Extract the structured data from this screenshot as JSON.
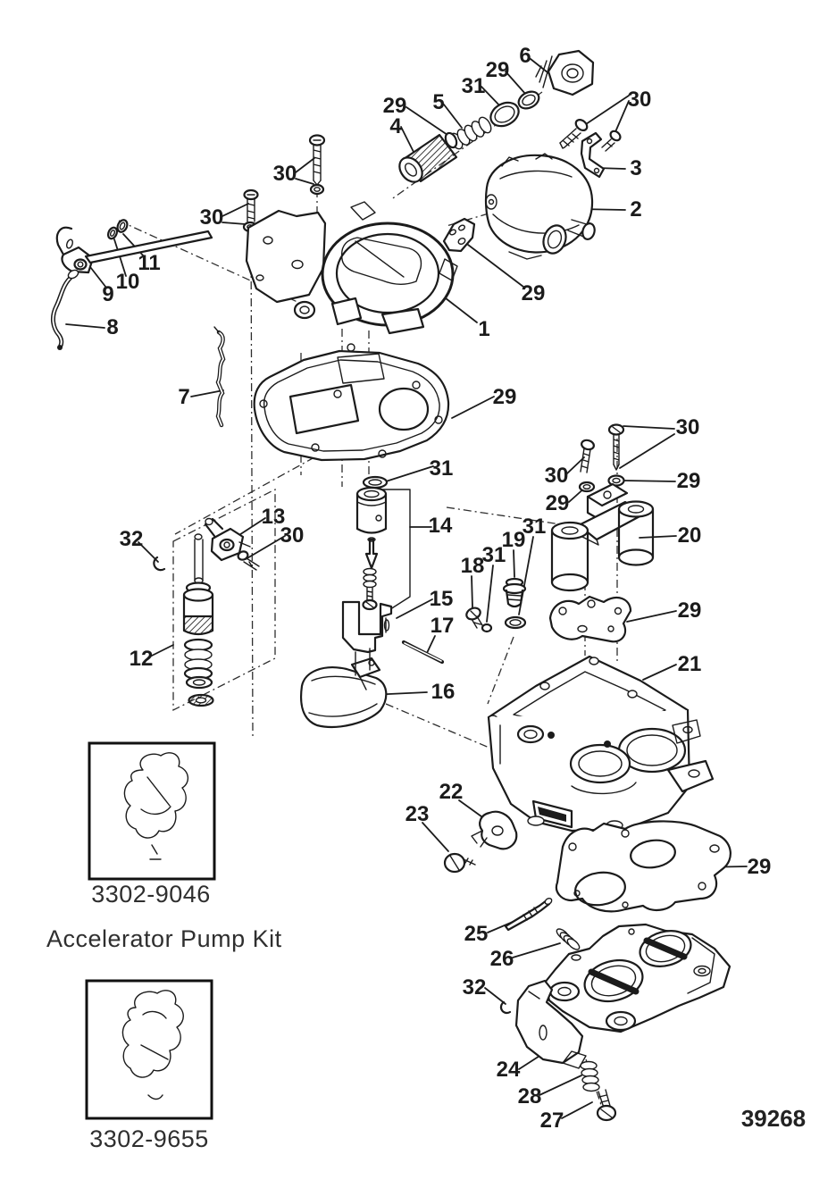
{
  "figure": {
    "number": "39268"
  },
  "kit": {
    "label": "Accelerator Pump Kit",
    "insets": [
      {
        "part_number": "3302-9046"
      },
      {
        "part_number": "3302-9655"
      }
    ]
  },
  "colors": {
    "ink": "#1b1b1b",
    "paper": "#ffffff"
  },
  "callouts": [
    {
      "label": "6"
    },
    {
      "label": "29"
    },
    {
      "label": "31"
    },
    {
      "label": "5"
    },
    {
      "label": "29"
    },
    {
      "label": "4"
    },
    {
      "label": "30"
    },
    {
      "label": "3"
    },
    {
      "label": "2"
    },
    {
      "label": "30"
    },
    {
      "label": "30"
    },
    {
      "label": "11"
    },
    {
      "label": "10"
    },
    {
      "label": "9"
    },
    {
      "label": "8"
    },
    {
      "label": "29"
    },
    {
      "label": "1"
    },
    {
      "label": "7"
    },
    {
      "label": "29"
    },
    {
      "label": "31"
    },
    {
      "label": "13"
    },
    {
      "label": "30"
    },
    {
      "label": "32"
    },
    {
      "label": "14"
    },
    {
      "label": "12"
    },
    {
      "label": "15"
    },
    {
      "label": "17"
    },
    {
      "label": "16"
    },
    {
      "label": "30"
    },
    {
      "label": "29"
    },
    {
      "label": "30"
    },
    {
      "label": "29"
    },
    {
      "label": "20"
    },
    {
      "label": "31"
    },
    {
      "label": "19"
    },
    {
      "label": "31"
    },
    {
      "label": "18"
    },
    {
      "label": "29"
    },
    {
      "label": "21"
    },
    {
      "label": "22"
    },
    {
      "label": "23"
    },
    {
      "label": "29"
    },
    {
      "label": "25"
    },
    {
      "label": "26"
    },
    {
      "label": "32"
    },
    {
      "label": "24"
    },
    {
      "label": "28"
    },
    {
      "label": "27"
    }
  ]
}
